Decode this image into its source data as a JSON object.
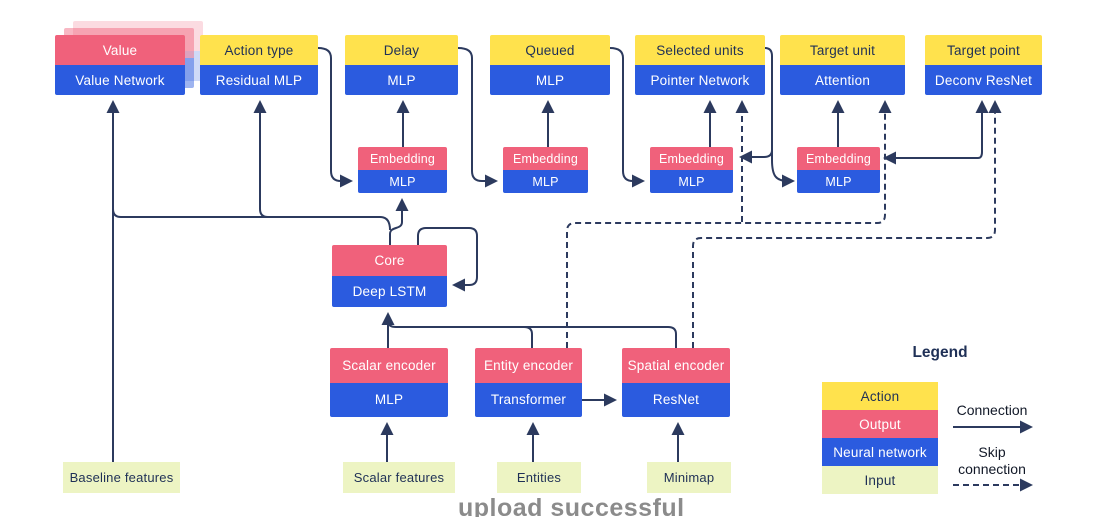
{
  "heads": [
    {
      "top": "Value",
      "bottom": "Value Network",
      "top_type": "output"
    },
    {
      "top": "Action type",
      "bottom": "Residual MLP",
      "top_type": "action"
    },
    {
      "top": "Delay",
      "bottom": "MLP",
      "top_type": "action"
    },
    {
      "top": "Queued",
      "bottom": "MLP",
      "top_type": "action"
    },
    {
      "top": "Selected units",
      "bottom": "Pointer Network",
      "top_type": "action"
    },
    {
      "top": "Target unit",
      "bottom": "Attention",
      "top_type": "action"
    },
    {
      "top": "Target point",
      "bottom": "Deconv ResNet",
      "top_type": "action"
    }
  ],
  "embeddings": [
    {
      "top": "Embedding",
      "bottom": "MLP"
    },
    {
      "top": "Embedding",
      "bottom": "MLP"
    },
    {
      "top": "Embedding",
      "bottom": "MLP"
    },
    {
      "top": "Embedding",
      "bottom": "MLP"
    }
  ],
  "core": {
    "top": "Core",
    "bottom": "Deep LSTM"
  },
  "encoders": [
    {
      "top": "Scalar encoder",
      "bottom": "MLP"
    },
    {
      "top": "Entity encoder",
      "bottom": "Transformer"
    },
    {
      "top": "Spatial encoder",
      "bottom": "ResNet"
    }
  ],
  "inputs": [
    {
      "label": "Baseline features"
    },
    {
      "label": "Scalar features"
    },
    {
      "label": "Entities"
    },
    {
      "label": "Minimap"
    }
  ],
  "legend": {
    "title": "Legend",
    "items": [
      {
        "label": "Action",
        "type": "action"
      },
      {
        "label": "Output",
        "type": "output"
      },
      {
        "label": "Neural network",
        "type": "network"
      },
      {
        "label": "Input",
        "type": "input"
      }
    ],
    "connection_label": "Connection",
    "skip_connection_label": "Skip connection"
  },
  "watermark": "upload successful",
  "colors": {
    "action": "#FFE24D",
    "output": "#F0617B",
    "network": "#2B5BDF",
    "input": "#EDF4C3",
    "line": "#2C3A5E",
    "text_dark": "#1F3056"
  }
}
